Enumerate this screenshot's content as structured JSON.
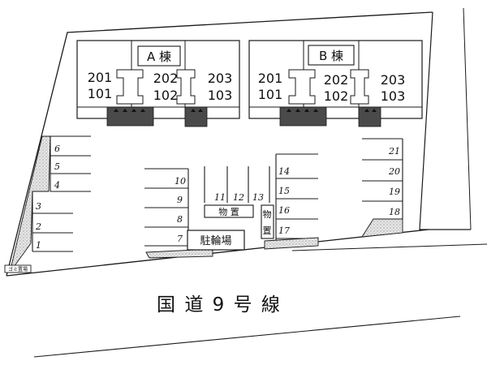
{
  "buildings": {
    "a": {
      "name": "A 棟",
      "units": [
        "201",
        "202",
        "203",
        "101",
        "102",
        "103"
      ]
    },
    "b": {
      "name": "B 棟",
      "units": [
        "201",
        "202",
        "203",
        "101",
        "102",
        "103"
      ]
    }
  },
  "parking": {
    "left_column": [
      "6",
      "5",
      "4",
      "3",
      "2",
      "1"
    ],
    "center_column": [
      "10",
      "9",
      "8",
      "7"
    ],
    "center_top": [
      "11",
      "12",
      "13"
    ],
    "right_center_column": [
      "14",
      "15",
      "16",
      "17"
    ],
    "right_column": [
      "21",
      "20",
      "19",
      "18"
    ]
  },
  "facilities": {
    "storage_horizontal": "物 置",
    "storage_vertical": [
      "物",
      "置"
    ],
    "bicycle_parking": "駐輪場",
    "garbage": "ゴミ置場"
  },
  "road": {
    "label": "国 道 9 号 線"
  },
  "colors": {
    "line": "#1a1a1a",
    "fill_dark": "#4a4a4a",
    "fill_hatch": "#d4d4d4"
  }
}
